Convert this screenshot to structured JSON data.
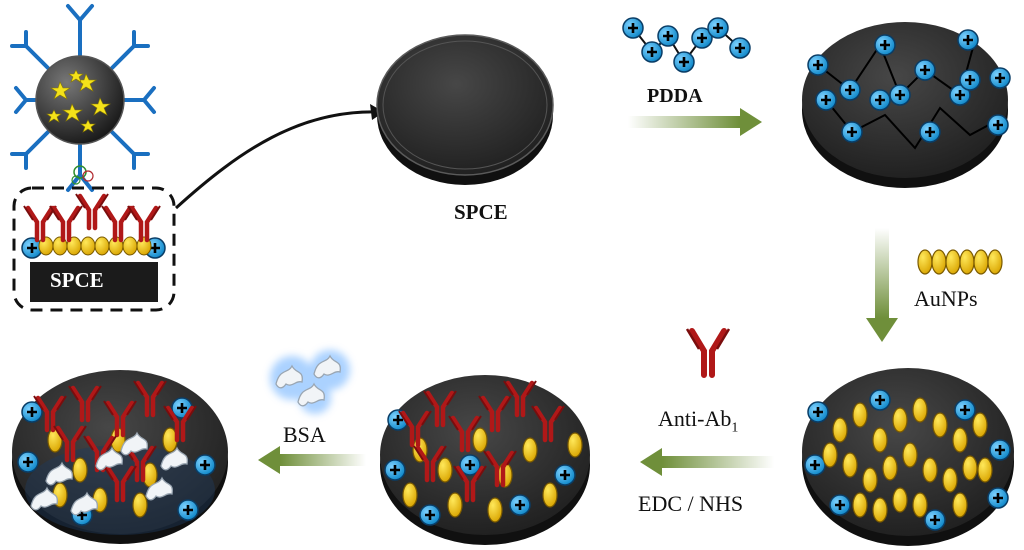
{
  "labels": {
    "spce_box": "SPCE",
    "spce_center": "SPCE",
    "pdda": "PDDA",
    "aunps": "AuNPs",
    "anti_ab_base": "Anti-Ab",
    "anti_ab_sub": "1",
    "edc_nhs": "EDC / NHS",
    "bsa": "BSA"
  },
  "colors": {
    "electrode_top": "#2b2b2b",
    "electrode_side": "#0e0e0e",
    "plus_fill": "#1aa0e0",
    "gold": "#f2c200",
    "antibody_red": "#b01818",
    "antibody_blue": "#1a6fc0",
    "arrow_green": "#6f8f3a",
    "bsa_white": "#eef2f6",
    "quantum_dot": "#f4e21a"
  },
  "icons": {
    "plus_bead": "plus-bead-icon",
    "gold_nanoparticle": "gold-nanoparticle-icon",
    "antibody": "antibody-icon",
    "bsa": "bsa-protein-icon",
    "arrow": "process-arrow-icon"
  }
}
